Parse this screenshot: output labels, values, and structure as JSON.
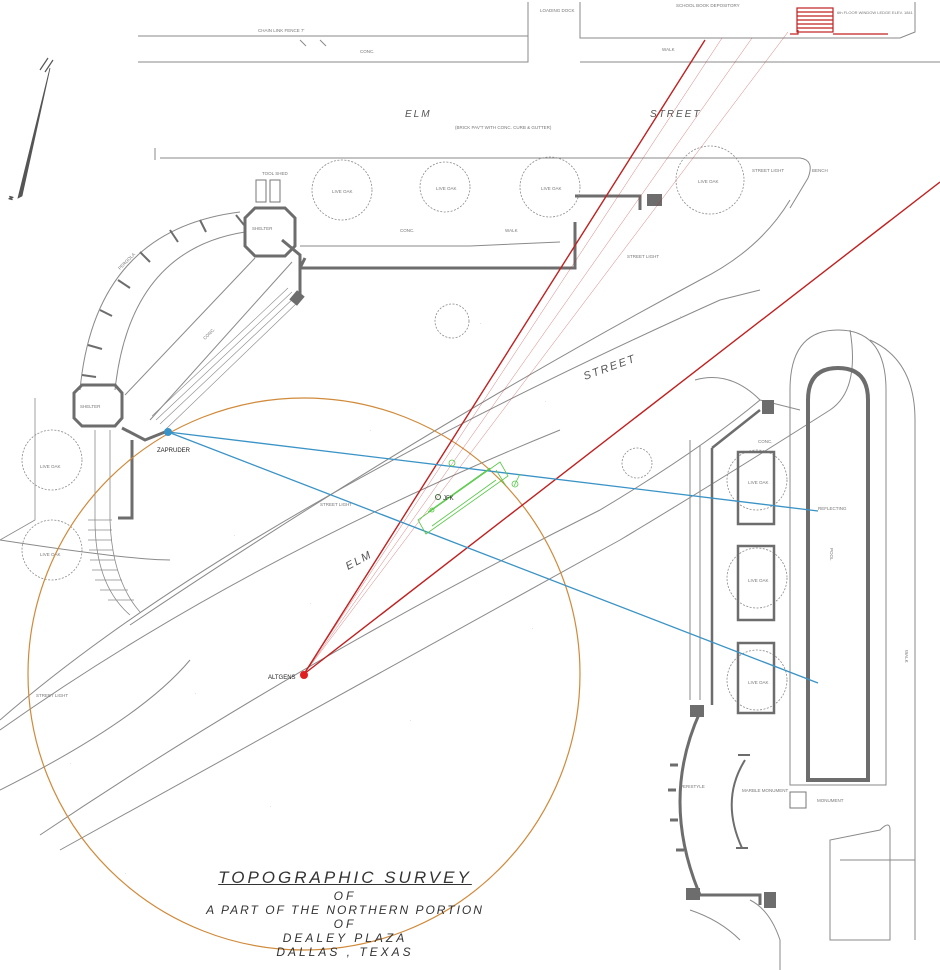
{
  "labels": {
    "loading_dock": "LOADING DOCK",
    "depository": "SCHOOL BOOK DEPOSITORY",
    "window": "6th FLOOR WINDOW LEDGE ELEV. 1841",
    "fence": "CHAIN LINK FENCE 7'",
    "walk_top": "WALK",
    "conc_top": "CONC.",
    "elm_top_left": "ELM",
    "elm_top_right": "STREET",
    "brick_paving": "(BRICK PAV'T WITH CONC. CURB & GUTTER)",
    "shelter_top": "SHELTER",
    "shelter_left": "SHELTER",
    "tool_shed": "TOOL SHED",
    "pergola": "PERGOLA",
    "conc_pergola": "CONC.",
    "conc_walk": "CONC.",
    "walk_mid": "WALK",
    "live_oak": "LIVE OAK",
    "street_light": "STREET LIGHT",
    "zapruder": "ZAPRUDER",
    "jfk": "JFK",
    "altgens": "ALTGENS",
    "street_mid": "STREET",
    "elm_mid": "ELM",
    "reflecting": "REFLECTING",
    "pool": "POOL",
    "peristyle": "PERISTYLE",
    "marble_monument": "MARBLE MONUMENT",
    "monument": "MONUMENT",
    "conc_right": "CONC.",
    "walk_right": "WALK",
    "north": "N",
    "bench": "BENCH"
  },
  "title": {
    "line1": "TOPOGRAPHIC   SURVEY",
    "line2": "OF",
    "line3": "A  PART  OF  THE  NORTHERN  PORTION",
    "line4": "OF",
    "line5": "DEALEY  PLAZA",
    "line6": "DALLAS , TEXAS"
  },
  "colors": {
    "plan_lines": "#8a8a8a",
    "plan_fill": "#6d6d6d",
    "red_lines": "#c02020",
    "blue_lines": "#3a93c6",
    "circle": "#d08a3a",
    "green": "#55c844"
  },
  "icons": {
    "zapruder_marker": "blue-dot",
    "altgens_marker": "red-dot",
    "north_arrow": "north-arrow-icon"
  }
}
